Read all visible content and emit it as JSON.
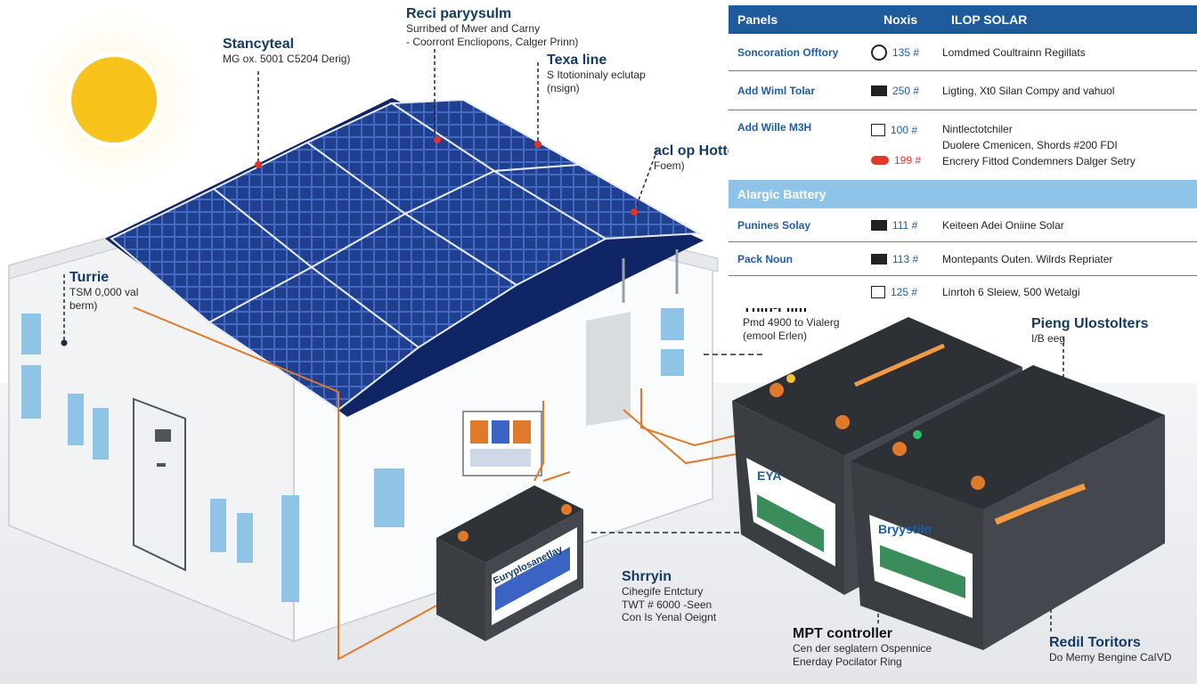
{
  "colors": {
    "sun": "#f7c21a",
    "panel": "#1f3d8a",
    "panel_light": "#3a63c4",
    "house_wall": "#f2f3f5",
    "window": "#8fc4e6",
    "battery": "#3a3d42",
    "wire": "#e07a2a",
    "table_header": "#1e5a9c",
    "table_section": "#8ec3ea",
    "label_blue": "#143a66"
  },
  "labels": {
    "stancy": {
      "title": "Stancyteal",
      "sub": "MG ox. 5001 C5204 Derig)"
    },
    "reci": {
      "title": "Reci paryysulm",
      "sub1": "Surribed of Mwer and Carny",
      "sub2": "- Coorront Encliopons, Calger Prinn)"
    },
    "texa": {
      "title": "Texa line",
      "sub1": "S Itotioninaly eclutap",
      "sub2": "(nsign)"
    },
    "acl": {
      "title": "acl op Hottors",
      "sub": "Foem)"
    },
    "turrie": {
      "title": "Turrie",
      "sub1": "TSM 0,000 val",
      "sub2": "berm)"
    },
    "thin_film": {
      "title": "Thin-Film",
      "sub1": "Pmd 4900 to Vialerg",
      "sub2": "(emool Erlen)"
    },
    "pieng": {
      "title": "Pieng Ulostolters",
      "sub": "I/B eeg"
    },
    "shrryin": {
      "title": "Shrryin",
      "sub1": "Cihegife Entctury",
      "sub2": "TWT # 6000 -Seen",
      "sub3": "Con Is Yenal Oeignt"
    },
    "mpt": {
      "title": "MPT controller",
      "sub1": "Cen der seglatern Ospennice",
      "sub2": "Enerday Pocilator Ring"
    },
    "redil": {
      "title": "Redil Toritors",
      "sub": "Do Memy Bengine CaIVD"
    }
  },
  "battery_labels": {
    "small": "Euryplosanetlay",
    "big_left": "EYA",
    "big_right": "Bryystiln"
  },
  "table": {
    "headers": [
      "Panels",
      "Noxis",
      "ILOP SOLAR"
    ],
    "rows": [
      {
        "name": "Soncoration Offtory",
        "icon": "circle",
        "value": "135 #",
        "desc": [
          "Lomdmed Coultrainn Regillats"
        ]
      },
      {
        "name": "Add Wiml Tolar",
        "icon": "plug",
        "value": "250 #",
        "desc": [
          "Ligting, Xt0 Silan Compy and vahuol"
        ]
      },
      {
        "name": "Add Wille M3H",
        "icon": "box",
        "value": "100 #",
        "desc": [
          "Nintlectotchiler"
        ]
      },
      {
        "name": "",
        "icon": "red",
        "value": "199 #",
        "desc": [
          "Duolere Cmenicen, Shords #200 FDI",
          "Encrery Fittod Condemners Dalger Setry"
        ]
      }
    ],
    "section": "Alargic Battery",
    "rows2": [
      {
        "name": "Punines Solay",
        "icon": "plug",
        "value": "111 #",
        "desc": [
          "Keiteen Adei Oniine Solar"
        ]
      },
      {
        "name": "Pack Noun",
        "icon": "plug",
        "value": "113 #",
        "desc": [
          "Montepants Outen. Wilrds Repriater"
        ]
      },
      {
        "name": "",
        "icon": "box",
        "value": "125 #",
        "desc": [
          "Linrtoh 6 Sleiew, 500 Wetalgi"
        ]
      }
    ]
  }
}
